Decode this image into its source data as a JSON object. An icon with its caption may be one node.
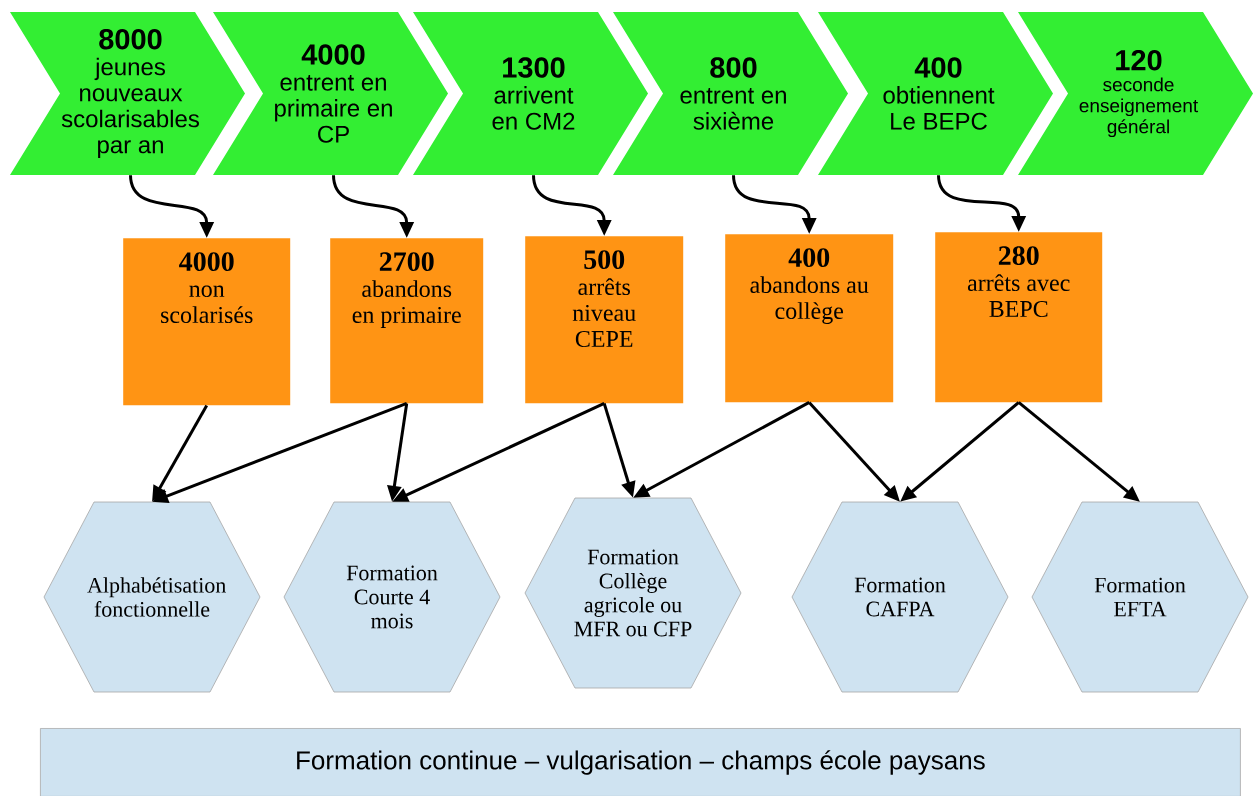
{
  "diagram": {
    "nodes": [
      {
        "text": [
          "8000",
          "jeunes nouveaux scolarisables par an"
        ]
      },
      {
        "text": [
          "4000",
          "entrent en primaire en CP"
        ]
      },
      {
        "text": [
          "1300",
          "arrivent en CM2"
        ]
      },
      {
        "text": [
          "800",
          "entrent en sixième"
        ]
      },
      {
        "text": [
          "400",
          "obtiennent Le BEPC"
        ]
      },
      {
        "text": [
          "120",
          "seconde enseignement général"
        ]
      },
      {
        "text": [
          "4000",
          "non scolarisés"
        ]
      },
      {
        "text": [
          "2700",
          "abandons en primaire"
        ]
      },
      {
        "text": [
          "500",
          "arrêts niveau CEPE"
        ]
      },
      {
        "text": [
          "400",
          "abandons au collège"
        ]
      },
      {
        "text": [
          "280",
          "arrêts avec BEPC"
        ]
      },
      {
        "text": [
          "Alphabétisation fonctionnelle"
        ]
      },
      {
        "text": [
          "Formation Courte 4 mois"
        ]
      },
      {
        "text": [
          "Formation Collège agricole ou MFR ou CFP"
        ]
      },
      {
        "text": [
          "Formation CAFPA"
        ]
      },
      {
        "text": [
          "Formation EFTA"
        ]
      },
      {
        "text": [
          "Formation continue – vulgarisation – champs école paysans"
        ]
      }
    ],
    "edges": [
      {
        "from": 0,
        "to": 6,
        "arrow": "to"
      },
      {
        "from": 1,
        "to": 7,
        "arrow": "to"
      },
      {
        "from": 2,
        "to": 8,
        "arrow": "to"
      },
      {
        "from": 3,
        "to": 9,
        "arrow": "to"
      },
      {
        "from": 4,
        "to": 10,
        "arrow": "to"
      },
      {
        "from": 6,
        "to": 11,
        "arrow": "to"
      },
      {
        "from": 7,
        "to": 11,
        "arrow": "to"
      },
      {
        "from": 7,
        "to": 12,
        "arrow": "to"
      },
      {
        "from": 8,
        "to": 12,
        "arrow": "to"
      },
      {
        "from": 8,
        "to": 13,
        "arrow": "to"
      },
      {
        "from": 9,
        "to": 13,
        "arrow": "to"
      },
      {
        "from": 9,
        "to": 14,
        "arrow": "to"
      },
      {
        "from": 10,
        "to": 14,
        "arrow": "to"
      },
      {
        "from": 10,
        "to": 15,
        "arrow": "to"
      }
    ]
  }
}
